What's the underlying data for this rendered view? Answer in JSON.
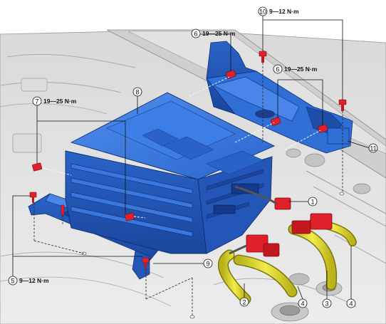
{
  "callouts": {
    "c1": {
      "num": "1"
    },
    "c2": {
      "num": "2"
    },
    "c3": {
      "num": "3"
    },
    "c4a": {
      "num": "4"
    },
    "c4b": {
      "num": "4"
    },
    "c5": {
      "num": "5",
      "torque": "9—12 N·m"
    },
    "c6a": {
      "num": "6",
      "torque": "19—25 N·m"
    },
    "c6b": {
      "num": "6",
      "torque": "19—25 N·m"
    },
    "c7": {
      "num": "7",
      "torque": "19—25 N·m"
    },
    "c8": {
      "num": "8"
    },
    "c9": {
      "num": "9"
    },
    "c10": {
      "num": "10",
      "torque": "9—12 N·m"
    },
    "c11": {
      "num": "11"
    }
  },
  "colors": {
    "component_blue": "#2f6fd6",
    "component_blue_dark": "#1d4fa8",
    "connector_red": "#e0202a",
    "hose_yellow": "#e8e030",
    "floor_gray": "#e6e6e6"
  }
}
